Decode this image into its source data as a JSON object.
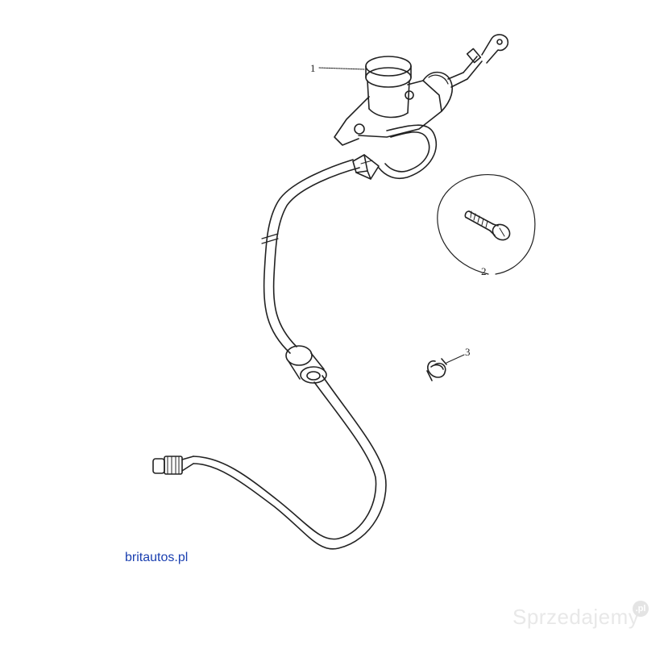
{
  "callouts": {
    "part1": "1",
    "part2": "2",
    "part3": "3"
  },
  "watermarks": {
    "site": "britautos.pl",
    "brand": "Sprzedajemy",
    "badge": ".pl"
  },
  "colors": {
    "line": "#222222",
    "site_text": "#1a3fb0",
    "brand_watermark": "#e8e8e8"
  }
}
